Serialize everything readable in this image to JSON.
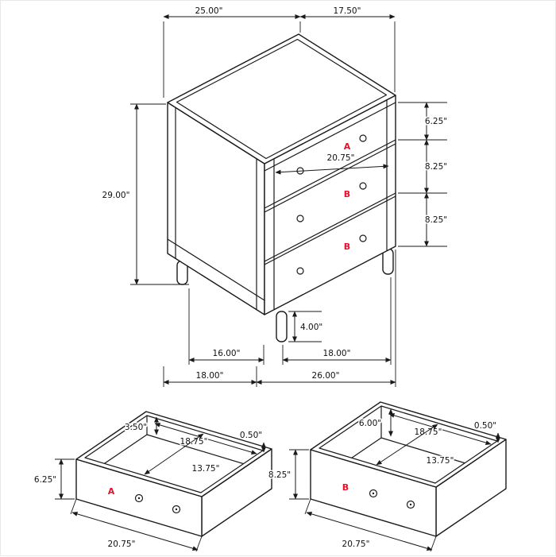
{
  "diagram": {
    "chest": {
      "dims": {
        "top_width": "25.00\"",
        "top_depth": "17.50\"",
        "overall_height": "29.00\"",
        "drawer_a_front_height": "6.25\"",
        "drawer_b1_front_height": "8.25\"",
        "drawer_b2_front_height": "8.25\"",
        "drawer_front_width": "20.75\"",
        "leg_height": "4.00\"",
        "leg_span_side": "16.00\"",
        "leg_span_front": "18.00\"",
        "base_depth": "18.00\"",
        "base_width": "26.00\""
      },
      "drawer_labels": {
        "top": "A",
        "middle": "B",
        "bottom": "B"
      }
    },
    "drawer_a_detail": {
      "label": "A",
      "dims": {
        "back_height": "3.50\"",
        "inner_width": "18.75\"",
        "wall_thickness": "0.50\"",
        "front_height": "6.25\"",
        "inner_depth": "13.75\"",
        "outer_width": "20.75\""
      }
    },
    "drawer_b_detail": {
      "label": "B",
      "dims": {
        "back_height": "6.00\"",
        "inner_width": "18.75\"",
        "wall_thickness": "0.50\"",
        "front_height": "8.25\"",
        "inner_depth": "13.75\"",
        "outer_width": "20.75\""
      }
    },
    "colors": {
      "line": "#1a1a1a",
      "accent_red": "#e8112d",
      "background": "#ffffff"
    }
  }
}
